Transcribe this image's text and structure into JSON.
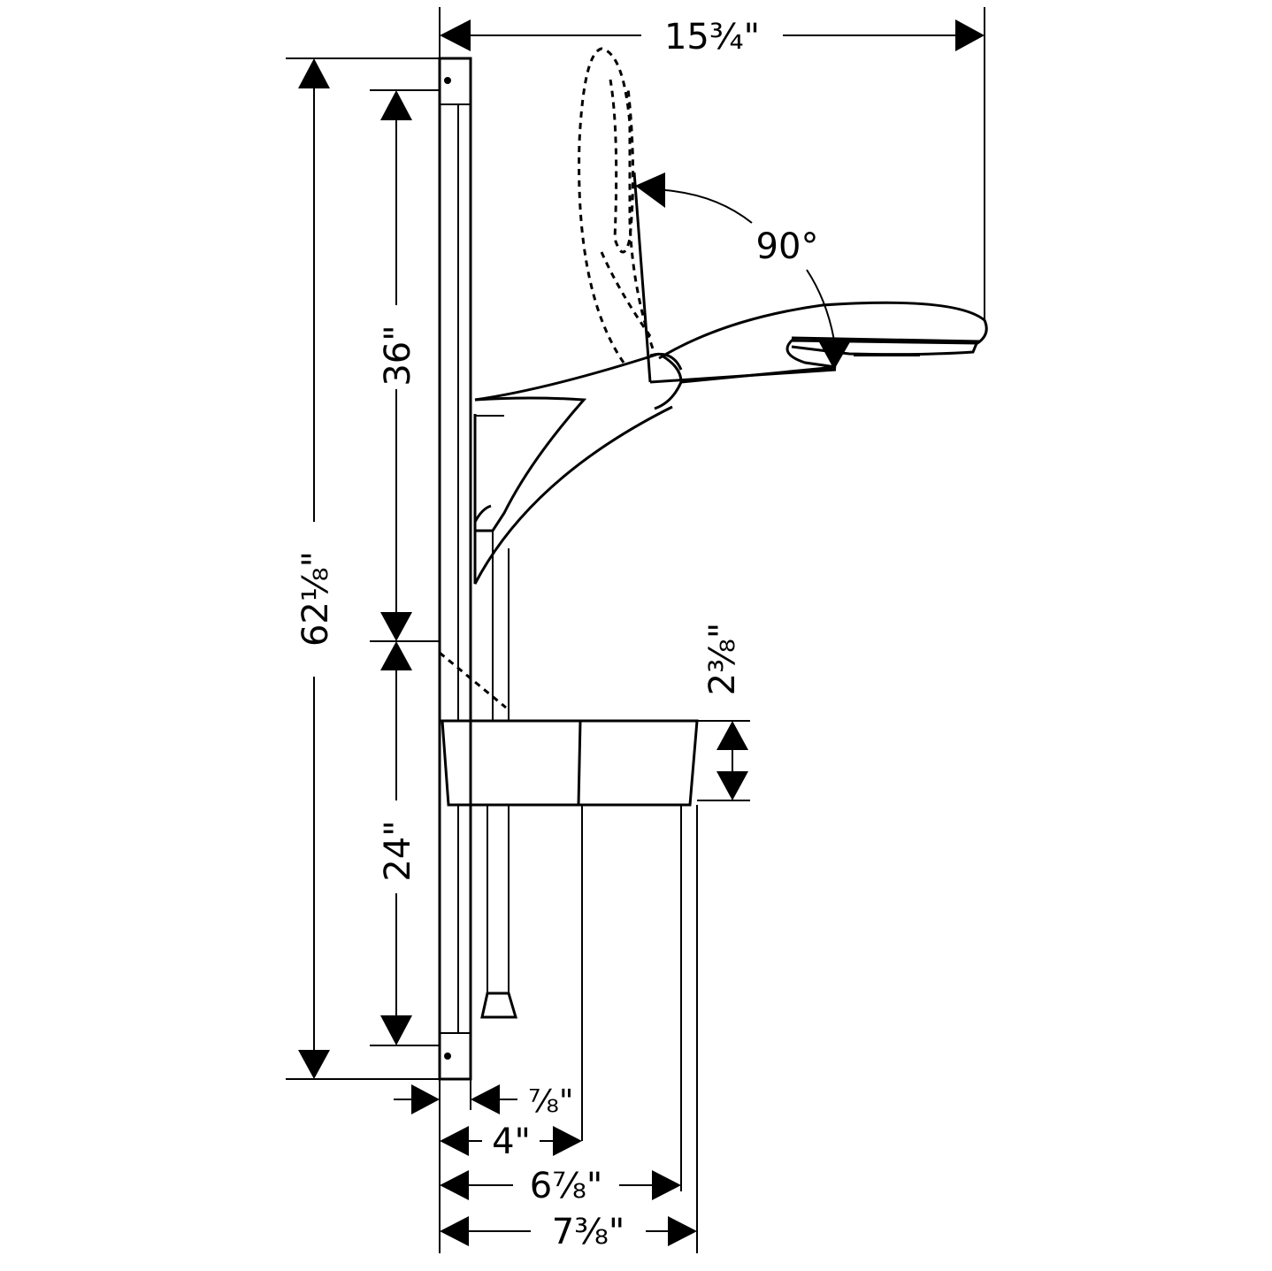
{
  "drawing": {
    "dimensions": {
      "overall_width": "15¾\"",
      "total_height": "62⅛\"",
      "upper_span": "36\"",
      "lower_span": "24\"",
      "tilt_angle": "90°",
      "shelf_height": "2⅜\"",
      "rail_depth": "⅞\"",
      "shelf_mid_depth": "4\"",
      "shelf_front_depth": "6⅞\"",
      "shelf_total_depth": "7⅜\""
    }
  }
}
